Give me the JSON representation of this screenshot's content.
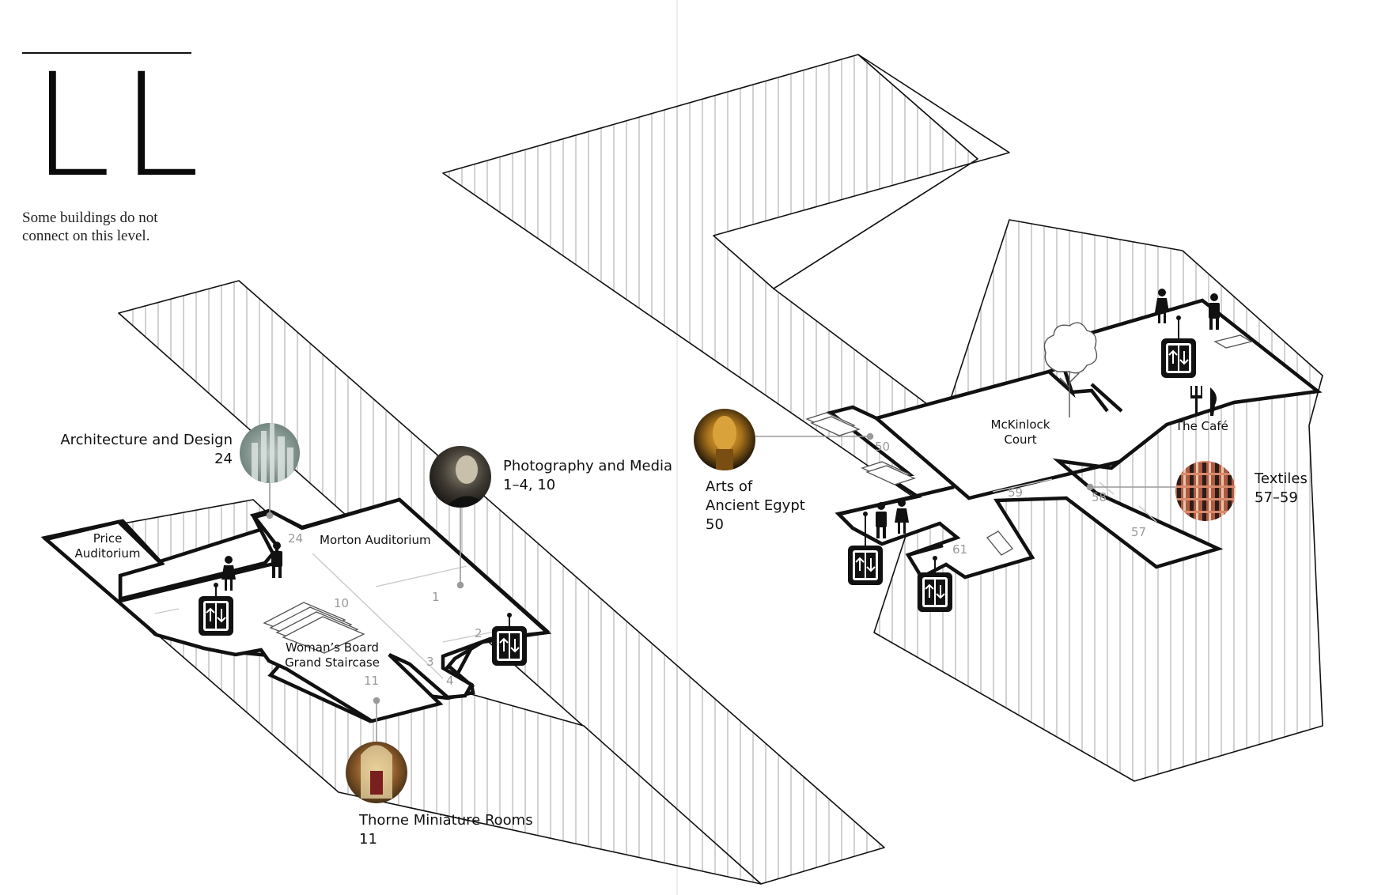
{
  "level": {
    "title": "LL",
    "note_line1": "Some buildings do not",
    "note_line2": "connect on this level."
  },
  "collections": {
    "architecture": {
      "name": "Architecture and Design",
      "galleries": "24"
    },
    "photography": {
      "name": "Photography and Media",
      "galleries": "1–4, 10"
    },
    "thorne": {
      "name": "Thorne Miniature Rooms",
      "galleries": "11"
    },
    "egypt": {
      "name_line1": "Arts of",
      "name_line2": "Ancient Egypt",
      "galleries": "50"
    },
    "textiles": {
      "name": "Textiles",
      "galleries": "57–59"
    }
  },
  "rooms": {
    "price_line1": "Price",
    "price_line2": "Auditorium",
    "morton": "Morton Auditorium",
    "staircase_line1": "Woman’s Board",
    "staircase_line2": "Grand Staircase",
    "mckinlock_line1": "McKinlock",
    "mckinlock_line2": "Court",
    "cafe": "The Café"
  },
  "galleries": [
    "24",
    "10",
    "1",
    "2",
    "3",
    "4",
    "11",
    "50",
    "59",
    "58",
    "57",
    "61"
  ],
  "colors": {
    "outline": "#111111",
    "hatch": "#9a9a9a",
    "gallery_number": "#9a9a9a",
    "background": "#ffffff"
  },
  "icons": [
    "elevator-icon",
    "restroom-men-icon",
    "restroom-women-icon",
    "stairs-icon",
    "tree-icon",
    "cafe-icon"
  ]
}
